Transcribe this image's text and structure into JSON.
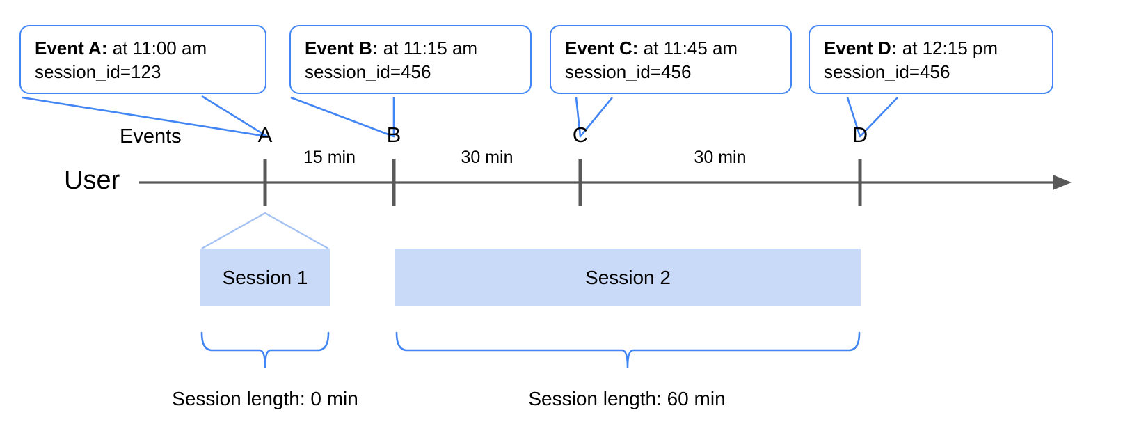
{
  "diagram": {
    "title_lane_events": "Events",
    "title_lane_user": "User",
    "callouts": [
      {
        "id": "A",
        "label": "Event A:",
        "time": " at 11:00 am",
        "session_line": "session_id=123"
      },
      {
        "id": "B",
        "label": "Event B:",
        "time": " at 11:15 am",
        "session_line": "session_id=456"
      },
      {
        "id": "C",
        "label": "Event C:",
        "time": " at 11:45 am",
        "session_line": "session_id=456"
      },
      {
        "id": "D",
        "label": "Event D:",
        "time": " at 12:15 pm",
        "session_line": "session_id=456"
      }
    ],
    "event_ticks": [
      {
        "name": "A"
      },
      {
        "name": "B"
      },
      {
        "name": "C"
      },
      {
        "name": "D"
      }
    ],
    "gaps": [
      {
        "text": "15 min"
      },
      {
        "text": "30 min"
      },
      {
        "text": "30 min"
      }
    ],
    "sessions": [
      {
        "name": "Session 1",
        "length_caption": "Session length: 0 min"
      },
      {
        "name": "Session 2",
        "length_caption": "Session length: 60 min"
      }
    ],
    "colors": {
      "callout_border": "#4285f4",
      "session_fill": "#c9daf8",
      "axis": "#595959",
      "brace": "#4285f4",
      "funnel": "#a4c2f4"
    }
  }
}
